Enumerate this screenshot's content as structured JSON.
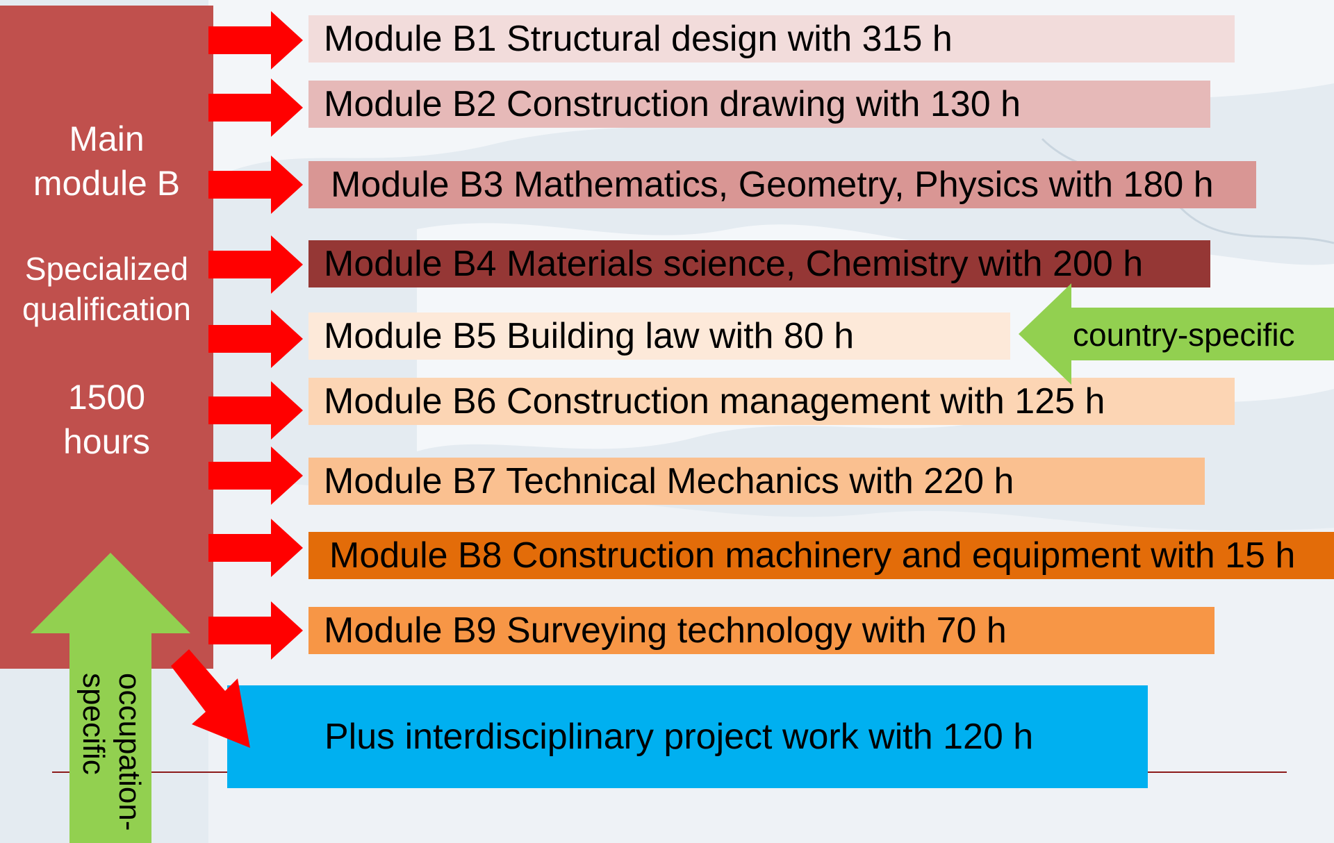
{
  "main_module": {
    "line1": "Main",
    "line2": "module B",
    "line3": "Specialized",
    "line4": "qualification",
    "line5": "1500",
    "line6": "hours",
    "color": "#c0504d"
  },
  "modules": [
    {
      "label": "Module B1 Structural design with 315 h",
      "color": "#f2dcdb"
    },
    {
      "label": "Module B2 Construction drawing with 130 h",
      "color": "#e6b9b8"
    },
    {
      "label": "Module B3 Mathematics, Geometry, Physics with 180 h",
      "color": "#d99694"
    },
    {
      "label": "Module B4 Materials science, Chemistry with 200 h",
      "color": "#953735"
    },
    {
      "label": "Module B5 Building law with 80 h",
      "color": "#fde9d9"
    },
    {
      "label": "Module B6 Construction management with 125 h",
      "color": "#fcd5b4"
    },
    {
      "label": "Module B7 Technical Mechanics with 220 h",
      "color": "#fac090"
    },
    {
      "label": "Module B8 Construction machinery and  equipment with 15 h",
      "color": "#e36c09"
    },
    {
      "label": "Module B9 Surveying technology with 70 h",
      "color": "#f79646"
    }
  ],
  "project": {
    "label": "Plus interdisciplinary project work with 120 h",
    "color": "#00b0f0"
  },
  "country_specific": {
    "label": "country-specific",
    "color": "#92d050"
  },
  "occupation_specific": {
    "line1": "occupation-",
    "line2": "specific",
    "color": "#92d050"
  },
  "arrow_color": "#ff0000"
}
